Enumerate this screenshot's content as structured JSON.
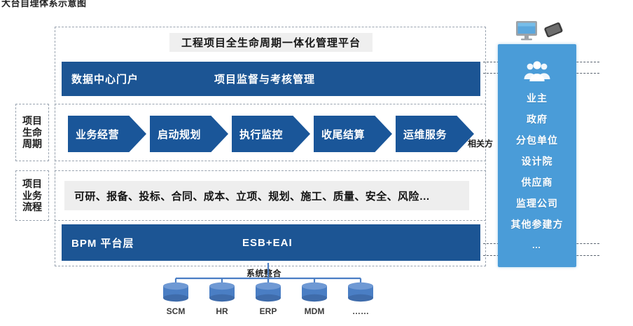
{
  "page": {
    "caption": "大台自理体系示意图"
  },
  "platform": {
    "title": "工程项目全生命周期一体化管理平台",
    "portal_bar": {
      "left_label": "数据中心门户",
      "right_label": "项目监督与考核管理"
    },
    "bpm_bar": {
      "left_label": "BPM 平台层",
      "right_label": "ESB+EAI"
    }
  },
  "lifecycle": {
    "side_label_lines": [
      "项目",
      "生命",
      "周期"
    ],
    "stages": [
      {
        "label": "业务经营"
      },
      {
        "label": "启动规划"
      },
      {
        "label": "执行监控"
      },
      {
        "label": "收尾结算"
      },
      {
        "label": "运维服务"
      }
    ],
    "related_party_label": "相关方"
  },
  "process": {
    "side_label_lines": [
      "项目",
      "业务",
      "流程"
    ],
    "items_text": "可研、报备、投标、合同、成本、立项、规划、施工、质量、安全、风险…"
  },
  "stakeholders": {
    "icon": "people-group-icon",
    "items": [
      "业主",
      "政府",
      "分包单位",
      "设计院",
      "供应商",
      "监理公司",
      "其他参建方",
      "…"
    ]
  },
  "devices": {
    "monitor_icon": "desktop-monitor-icon",
    "phone_icon": "mobile-phone-icon"
  },
  "integration": {
    "label": "系统整合",
    "systems": [
      "SCM",
      "HR",
      "ERP",
      "MDM",
      "……"
    ]
  },
  "colors": {
    "dark_blue": "#1c5594",
    "arrow_blue": "#1a5699",
    "panel_blue": "#4a9cd8",
    "db_blue": "#4a7ec4",
    "grey_band": "#efefef",
    "dashed_border": "#9aa4b0"
  }
}
